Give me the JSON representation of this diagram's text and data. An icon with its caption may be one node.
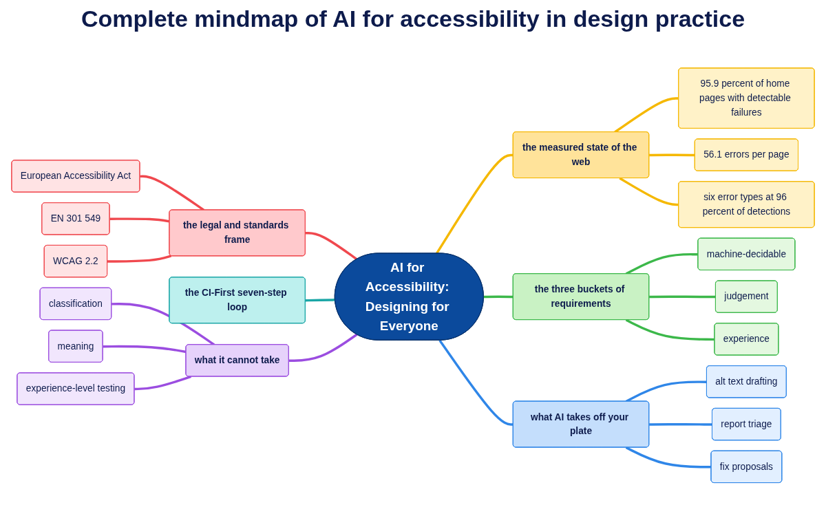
{
  "diagram": {
    "title": "Complete mindmap of AI for accessibility in design practice",
    "nodes": [
      {
        "text": [
          "AI for Accessibility: Designing for Everyone"
        ]
      },
      {
        "text": [
          "the legal and standards frame"
        ]
      },
      {
        "text": [
          "European Accessibility Act"
        ]
      },
      {
        "text": [
          "EN 301 549"
        ]
      },
      {
        "text": [
          "WCAG 2.2"
        ]
      },
      {
        "text": [
          "the measured state of the web"
        ]
      },
      {
        "text": [
          "95.9 percent of home pages with detectable failures"
        ]
      },
      {
        "text": [
          "56.1 errors per page"
        ]
      },
      {
        "text": [
          "six error types at 96 percent of detections"
        ]
      },
      {
        "text": [
          "the CI-First seven-step loop"
        ]
      },
      {
        "text": [
          "the three buckets of requirements"
        ]
      },
      {
        "text": [
          "machine-decidable"
        ]
      },
      {
        "text": [
          "judgement"
        ]
      },
      {
        "text": [
          "experience"
        ]
      },
      {
        "text": [
          "what it cannot take"
        ]
      },
      {
        "text": [
          "classification"
        ]
      },
      {
        "text": [
          "meaning"
        ]
      },
      {
        "text": [
          "experience-level testing"
        ]
      },
      {
        "text": [
          "what AI takes off your plate"
        ]
      },
      {
        "text": [
          "alt text drafting"
        ]
      },
      {
        "text": [
          "report triage"
        ]
      },
      {
        "text": [
          "fix proposals"
        ]
      }
    ],
    "edges": [
      {
        "from": 0,
        "to": 1,
        "arrow": "none",
        "color": "#f0484e"
      },
      {
        "from": 1,
        "to": 2,
        "arrow": "none",
        "color": "#f0484e"
      },
      {
        "from": 1,
        "to": 3,
        "arrow": "none",
        "color": "#f0484e"
      },
      {
        "from": 1,
        "to": 4,
        "arrow": "none",
        "color": "#f0484e"
      },
      {
        "from": 0,
        "to": 5,
        "arrow": "none",
        "color": "#f5b800"
      },
      {
        "from": 5,
        "to": 6,
        "arrow": "none",
        "color": "#f5b800"
      },
      {
        "from": 5,
        "to": 7,
        "arrow": "none",
        "color": "#f5b800"
      },
      {
        "from": 5,
        "to": 8,
        "arrow": "none",
        "color": "#f5b800"
      },
      {
        "from": 0,
        "to": 9,
        "arrow": "none",
        "color": "#1aa6a6"
      },
      {
        "from": 0,
        "to": 10,
        "arrow": "none",
        "color": "#3cb84a"
      },
      {
        "from": 10,
        "to": 11,
        "arrow": "none",
        "color": "#3cb84a"
      },
      {
        "from": 10,
        "to": 12,
        "arrow": "none",
        "color": "#3cb84a"
      },
      {
        "from": 10,
        "to": 13,
        "arrow": "none",
        "color": "#3cb84a"
      },
      {
        "from": 0,
        "to": 14,
        "arrow": "none",
        "color": "#9b4de0"
      },
      {
        "from": 14,
        "to": 15,
        "arrow": "none",
        "color": "#9b4de0"
      },
      {
        "from": 14,
        "to": 16,
        "arrow": "none",
        "color": "#9b4de0"
      },
      {
        "from": 14,
        "to": 17,
        "arrow": "none",
        "color": "#9b4de0"
      },
      {
        "from": 0,
        "to": 18,
        "arrow": "none",
        "color": "#2f86e8"
      },
      {
        "from": 18,
        "to": 19,
        "arrow": "none",
        "color": "#2f86e8"
      },
      {
        "from": 18,
        "to": 20,
        "arrow": "none",
        "color": "#2f86e8"
      },
      {
        "from": 18,
        "to": 21,
        "arrow": "none",
        "color": "#2f86e8"
      }
    ]
  }
}
